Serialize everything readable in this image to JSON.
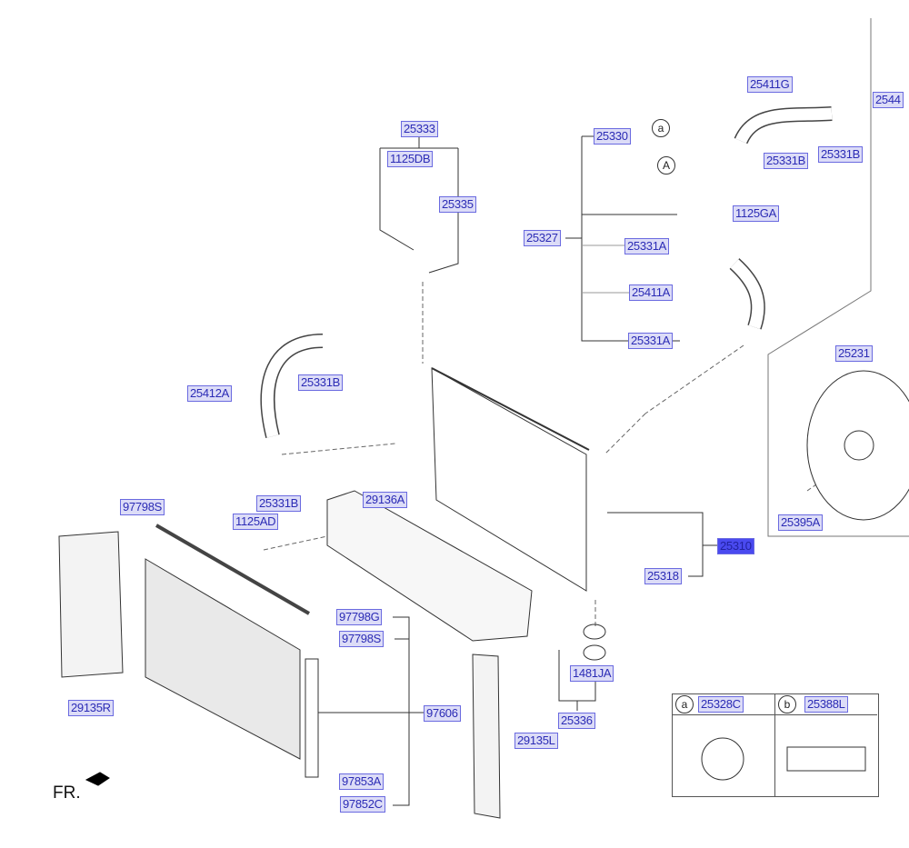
{
  "diagram": {
    "title": "Radiator / Cooling Fan Parts Diagram",
    "orientation_label": "FR.",
    "selected_part": "25310",
    "part_labels": [
      {
        "id": "25333",
        "text": "25333"
      },
      {
        "id": "1125DB",
        "text": "1125DB"
      },
      {
        "id": "25335",
        "text": "25335"
      },
      {
        "id": "25411G",
        "text": "25411G"
      },
      {
        "id": "25330",
        "text": "25330"
      },
      {
        "id": "25331B_a",
        "text": "25331B"
      },
      {
        "id": "25331B_b",
        "text": "25331B"
      },
      {
        "id": "1125GA",
        "text": "1125GA"
      },
      {
        "id": "25327",
        "text": "25327"
      },
      {
        "id": "25331A_a",
        "text": "25331A"
      },
      {
        "id": "25411A",
        "text": "25411A"
      },
      {
        "id": "25331A_b",
        "text": "25331A"
      },
      {
        "id": "2544",
        "text": "2544"
      },
      {
        "id": "25231",
        "text": "25231"
      },
      {
        "id": "25395A",
        "text": "25395A"
      },
      {
        "id": "25412A",
        "text": "25412A"
      },
      {
        "id": "25331B_c",
        "text": "25331B"
      },
      {
        "id": "25331B_d",
        "text": "25331B"
      },
      {
        "id": "1125AD",
        "text": "1125AD"
      },
      {
        "id": "29136A",
        "text": "29136A"
      },
      {
        "id": "97798S_a",
        "text": "97798S"
      },
      {
        "id": "25310",
        "text": "25310"
      },
      {
        "id": "25318",
        "text": "25318"
      },
      {
        "id": "97798G",
        "text": "97798G"
      },
      {
        "id": "97798S_b",
        "text": "97798S"
      },
      {
        "id": "1481JA",
        "text": "1481JA"
      },
      {
        "id": "29135R",
        "text": "29135R"
      },
      {
        "id": "97606",
        "text": "97606"
      },
      {
        "id": "25336",
        "text": "25336"
      },
      {
        "id": "29135L",
        "text": "29135L"
      },
      {
        "id": "97853A",
        "text": "97853A"
      },
      {
        "id": "97852C",
        "text": "97852C"
      }
    ],
    "callouts": {
      "a": "a",
      "A": "A"
    },
    "legend": [
      {
        "key": "a",
        "part": "25328C",
        "icon": "radiator-cap-warning-label-icon"
      },
      {
        "key": "b",
        "part": "25388L",
        "icon": "fan-warning-label-icon"
      }
    ]
  }
}
